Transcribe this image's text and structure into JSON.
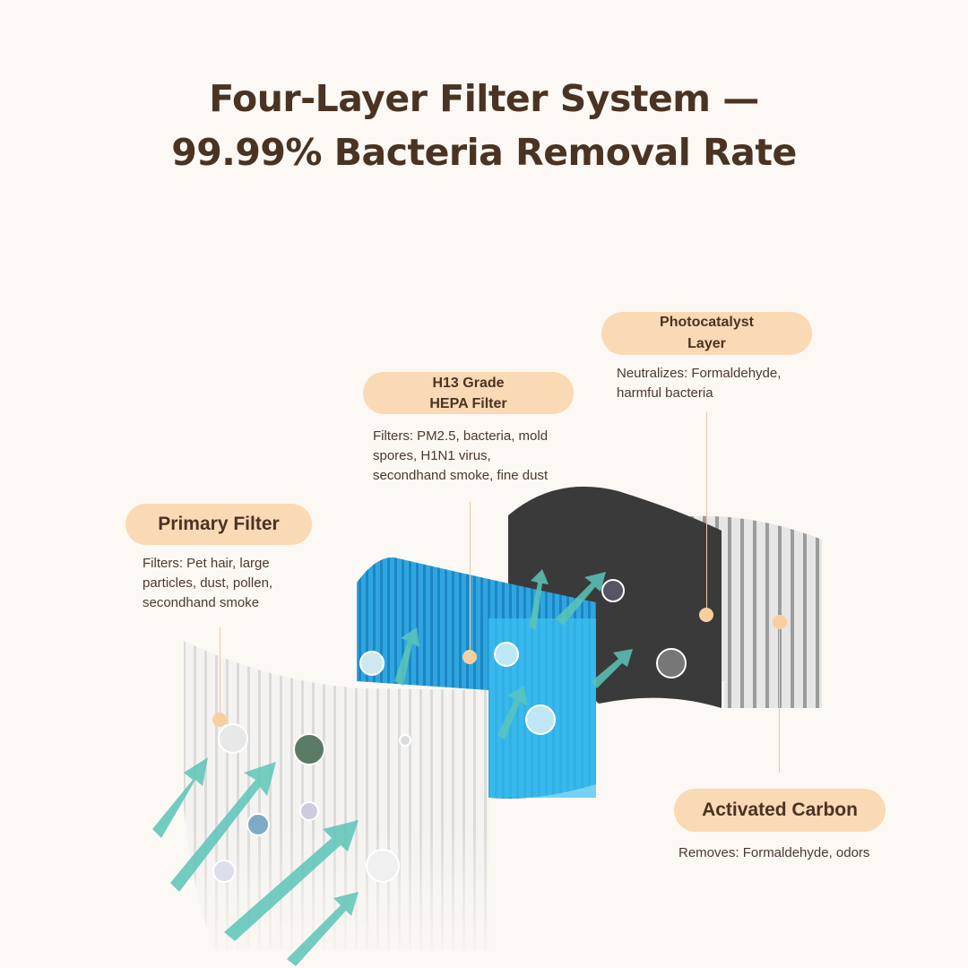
{
  "title": {
    "line1": "Four-Layer Filter System —",
    "line2": "99.99% Bacteria Removal Rate"
  },
  "layers": [
    {
      "name": "Primary Filter",
      "description": [
        "Filters: Pet hair, large",
        "particles, dust, pollen,",
        "secondhand smoke"
      ]
    },
    {
      "name_line1": "H13 Grade",
      "name_line2": "HEPA Filter",
      "description": [
        "Filters: PM2.5, bacteria, mold",
        "spores, H1N1 virus,",
        "secondhand smoke, fine dust"
      ]
    },
    {
      "name_line1": "Photocatalyst",
      "name_line2": "Layer",
      "description": [
        "Neutralizes: Formaldehyde,",
        "harmful bacteria"
      ]
    },
    {
      "name": "Activated Carbon",
      "description": [
        "Removes: Formaldehyde, odors"
      ]
    }
  ],
  "colors": {
    "background": "#fcf8f3",
    "title": "#4a3322",
    "pill": "#fad9b5",
    "hepa": "#3bb8ea",
    "carbon": "#3a3a3a",
    "arrow": "#5cc5b8"
  }
}
